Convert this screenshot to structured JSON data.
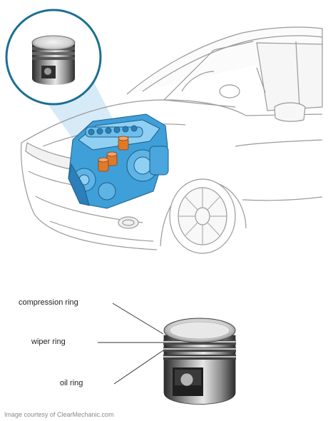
{
  "labels": {
    "compression_ring": "compression ring",
    "wiper_ring": "wiper ring",
    "oil_ring": "oil ring"
  },
  "credit": "Image courtesy of ClearMechanic.com",
  "colors": {
    "line": "#9a9a9a",
    "engine_blue": "#3f9fd8",
    "engine_blue_light": "#8fd0f3",
    "piston_orange": "#e07a2a",
    "callout_circle": "#1b6f92",
    "callout_beam": "#cfe8f6"
  },
  "icons": [
    "piston-icon",
    "engine-icon",
    "car-icon"
  ]
}
